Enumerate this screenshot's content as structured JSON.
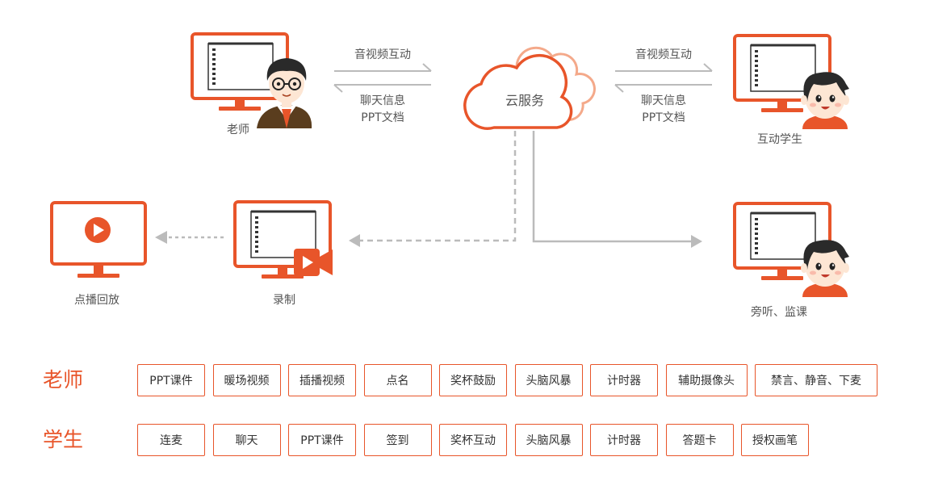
{
  "colors": {
    "accent": "#e8552a",
    "arrow": "#bbbbbb",
    "text": "#555555",
    "hair": "#2a2a2a",
    "skin": "#fde6d4"
  },
  "nodes": {
    "teacher": "老师",
    "cloud": "云服务",
    "student": "互动学生",
    "playback": "点播回放",
    "record": "录制",
    "audit": "旁听、监课"
  },
  "links": {
    "left_top": "音视频互动",
    "left_bottom_1": "聊天信息",
    "left_bottom_2": "PPT文档",
    "right_top": "音视频互动",
    "right_bottom_1": "聊天信息",
    "right_bottom_2": "PPT文档"
  },
  "icons": [
    "monitor-icon",
    "teacher-avatar-icon",
    "student-avatar-icon",
    "cloud-icon",
    "play-icon",
    "video-camera-icon"
  ],
  "teacher_row": {
    "title": "老师",
    "items": [
      "PPT课件",
      "暖场视频",
      "插播视频",
      "点名",
      "奖杯鼓励",
      "头脑风暴",
      "计时器",
      "辅助摄像头",
      "禁言、静音、下麦"
    ]
  },
  "student_row": {
    "title": "学生",
    "items": [
      "连麦",
      "聊天",
      "PPT课件",
      "签到",
      "奖杯互动",
      "头脑风暴",
      "计时器",
      "答题卡",
      "授权画笔"
    ]
  }
}
